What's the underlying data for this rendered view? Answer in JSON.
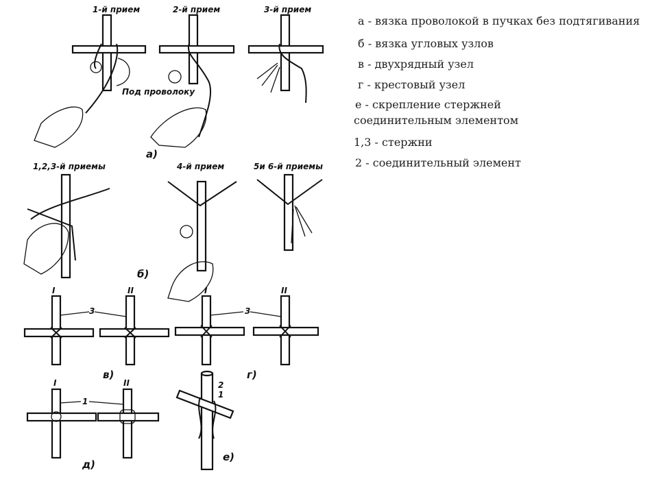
{
  "diagram": {
    "a": {
      "steps": [
        "1-й прием",
        "2-й прием",
        "3-й прием"
      ],
      "note": "Под проволоку",
      "letter": "а)"
    },
    "b": {
      "steps": [
        "1,2,3-й приемы",
        "4-й прием",
        "5и 6-й приемы"
      ],
      "letter": "б)"
    },
    "v": {
      "letter": "в)",
      "variants": [
        "I",
        "II"
      ],
      "callout": "3"
    },
    "g": {
      "letter": "г)",
      "variants": [
        "I",
        "II"
      ],
      "callout": "3"
    },
    "d": {
      "letter": "д)",
      "variants": [
        "I",
        "II"
      ],
      "callout": "1"
    },
    "e": {
      "letter": "е)",
      "callouts": [
        "2",
        "1"
      ]
    }
  },
  "legend": [
    "а - вязка проволокой в пучках без подтягивания",
    "б - вязка угловых узлов",
    "в - двухрядный узел",
    "г - крестовый узел",
    "е - скрепление стержней",
    "соединительным элементом",
    "1,3 - стержни",
    "2 - соединительный элемент"
  ]
}
